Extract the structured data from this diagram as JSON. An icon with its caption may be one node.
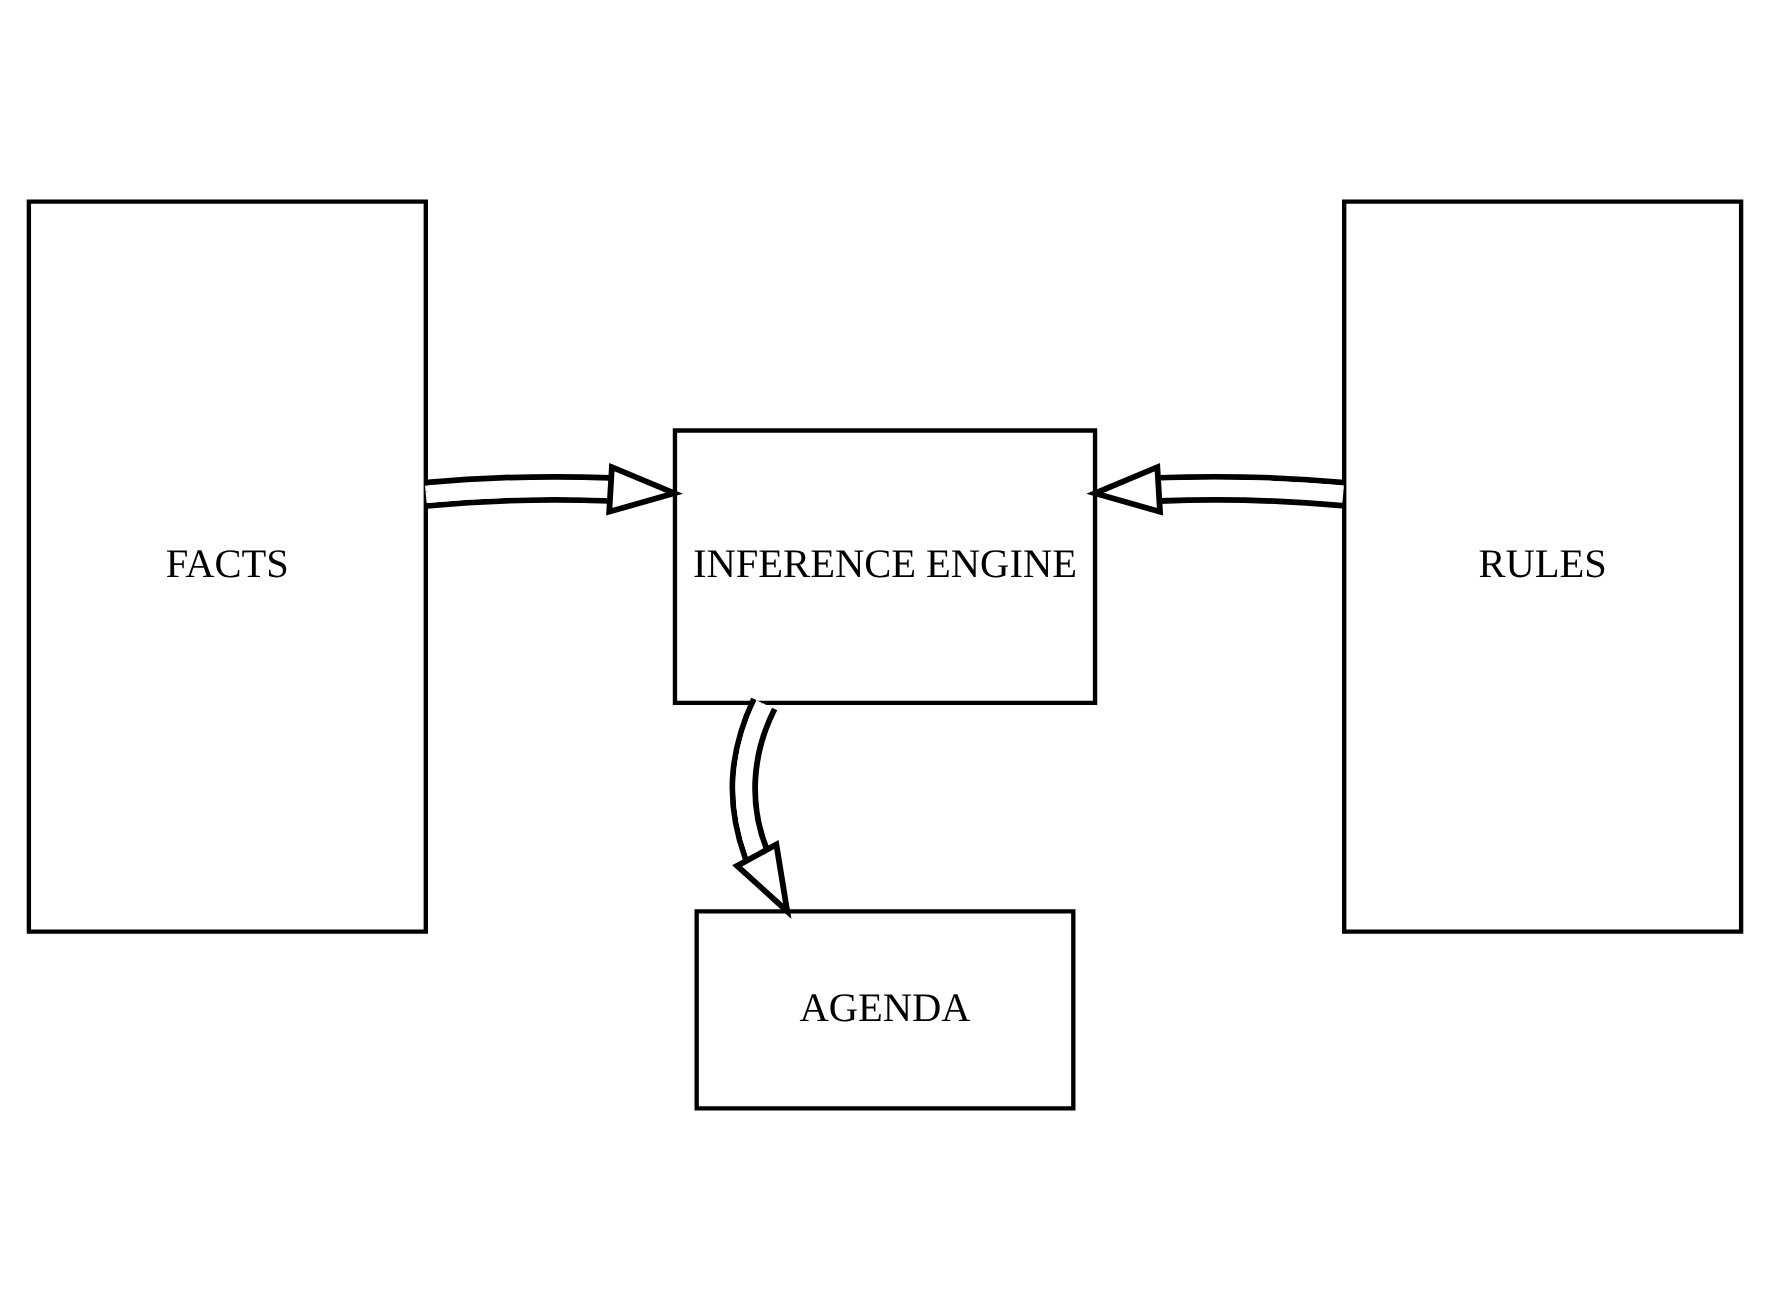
{
  "diagram": {
    "nodes": [
      {
        "text": [
          "FACTS"
        ]
      },
      {
        "text": [
          "INFERENCE ENGINE"
        ]
      },
      {
        "text": [
          "RULES"
        ]
      },
      {
        "text": [
          "AGENDA"
        ]
      }
    ],
    "edges": [
      {
        "from": 0,
        "to": 1,
        "arrow": "to"
      },
      {
        "from": 2,
        "to": 1,
        "arrow": "to"
      },
      {
        "from": 1,
        "to": 3,
        "arrow": "to"
      }
    ]
  }
}
